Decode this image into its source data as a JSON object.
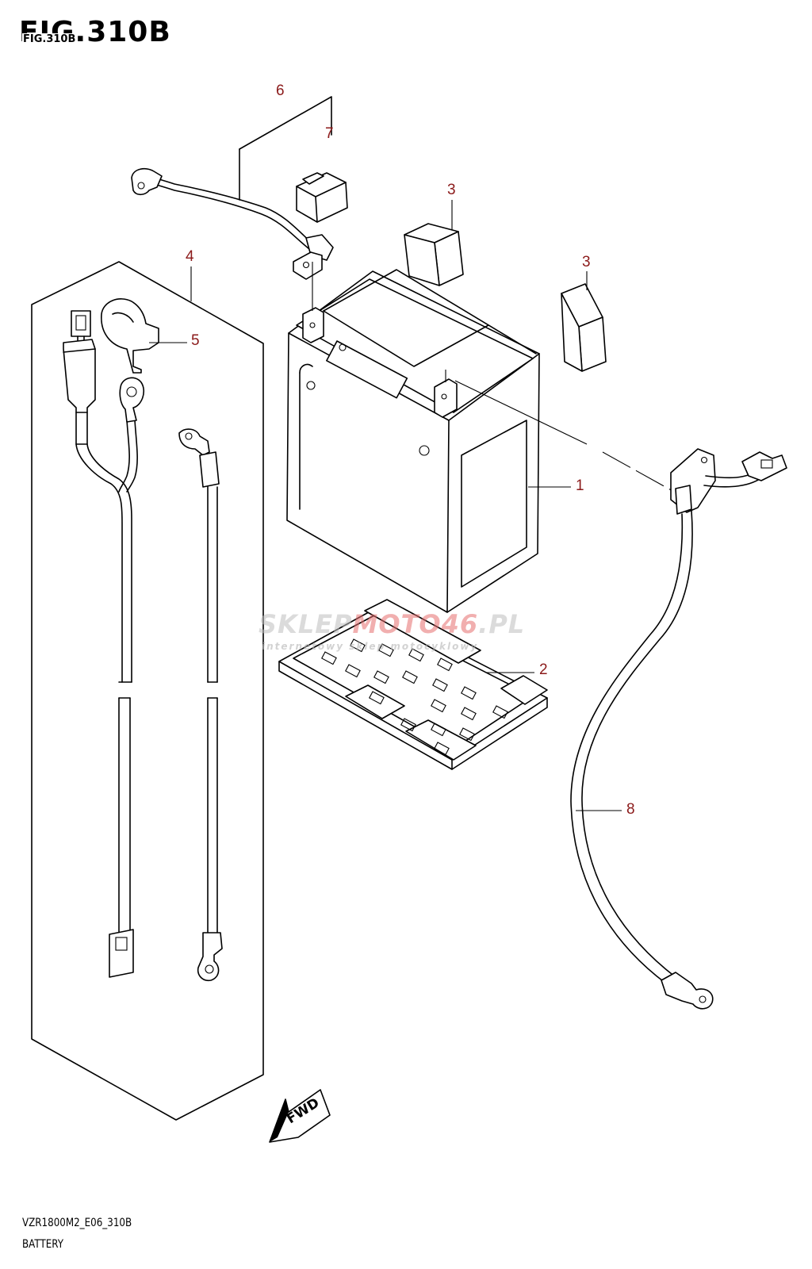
{
  "header": {
    "figure_title": "FIG.310B",
    "figure_title_small": "FIG.310B"
  },
  "callouts": [
    "1",
    "2",
    "3",
    "3",
    "4",
    "5",
    "6",
    "7",
    "8"
  ],
  "fwd_label": "FWD",
  "watermark": {
    "brand_gray": "SKLEP",
    "brand_red": "MOTO46",
    "brand_suffix": ".PL",
    "tagline": "internetowy sklep motocyklowy"
  },
  "footer": {
    "model_code": "VZR1800M2_E06_310B",
    "section_name": "BATTERY"
  },
  "colors": {
    "callout": "#8b1a1a",
    "line": "#000000",
    "watermark_red": "#e66e6e"
  }
}
